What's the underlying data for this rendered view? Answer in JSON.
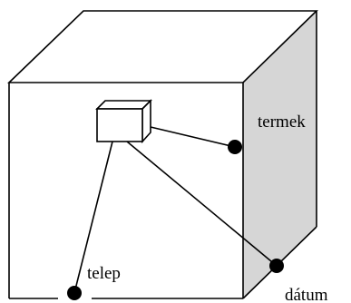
{
  "diagram": {
    "labels": {
      "termek": "termek",
      "datum": "dátum",
      "telep": "telep"
    },
    "colors": {
      "stroke": "#000000",
      "side_face": "#d6d6d6",
      "background": "#ffffff",
      "dot": "#000000"
    }
  }
}
